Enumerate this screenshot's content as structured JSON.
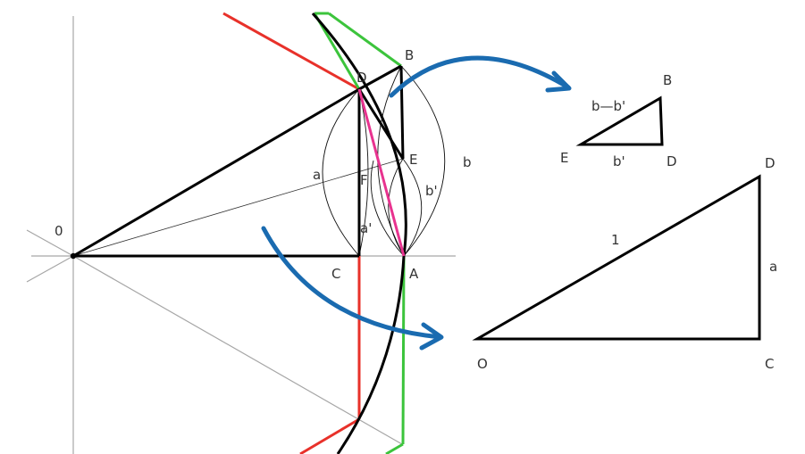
{
  "labels": {
    "origin": "0",
    "B": "B",
    "D": "D",
    "E": "E",
    "F": "F",
    "C": "C",
    "A": "A",
    "a": "a",
    "a_prime": "a'",
    "b": "b",
    "b_prime": "b'"
  },
  "small_triangle": {
    "B": "B",
    "E": "E",
    "D": "D",
    "hyp": "b—b'",
    "base": "b'"
  },
  "right_triangle": {
    "O": "O",
    "C": "C",
    "D": "D",
    "hyp": "1",
    "vert": "a"
  },
  "colors": {
    "black": "#000000",
    "red": "#e8312a",
    "green": "#3cc43c",
    "magenta": "#e8338f",
    "blue_arrow": "#1a6bb0",
    "gray": "#a6a6a6"
  }
}
